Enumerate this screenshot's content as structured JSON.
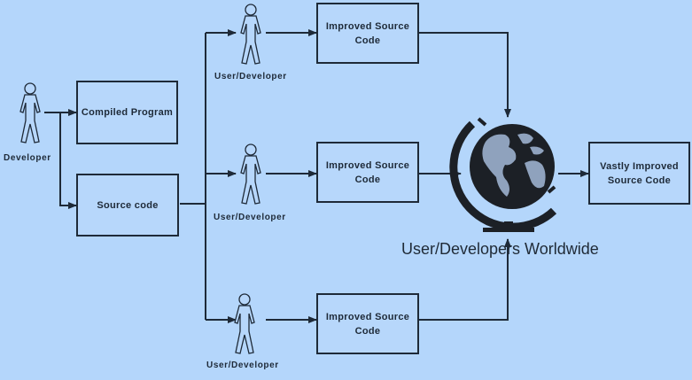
{
  "diagram": {
    "actors": {
      "developer": "Developer",
      "user_dev_top": "User/Developer",
      "user_dev_mid": "User/Developer",
      "user_dev_bottom": "User/Developer"
    },
    "boxes": {
      "compiled_program": "Compiled Program",
      "source_code": "Source code",
      "improved_top_line1": "Improved Source",
      "improved_top_line2": "Code",
      "improved_mid_line1": "Improved Source",
      "improved_mid_line2": "Code",
      "improved_bottom_line1": "Improved Source",
      "improved_bottom_line2": "Code",
      "vastly_line1": "Vastly Improved",
      "vastly_line2": "Source Code"
    },
    "globe_label": "User/Developers Worldwide",
    "colors": {
      "background": "#b4d6fb",
      "line": "#1e2a38",
      "globe_dark": "#1c2026",
      "globe_land": "#8fa2bd"
    }
  }
}
